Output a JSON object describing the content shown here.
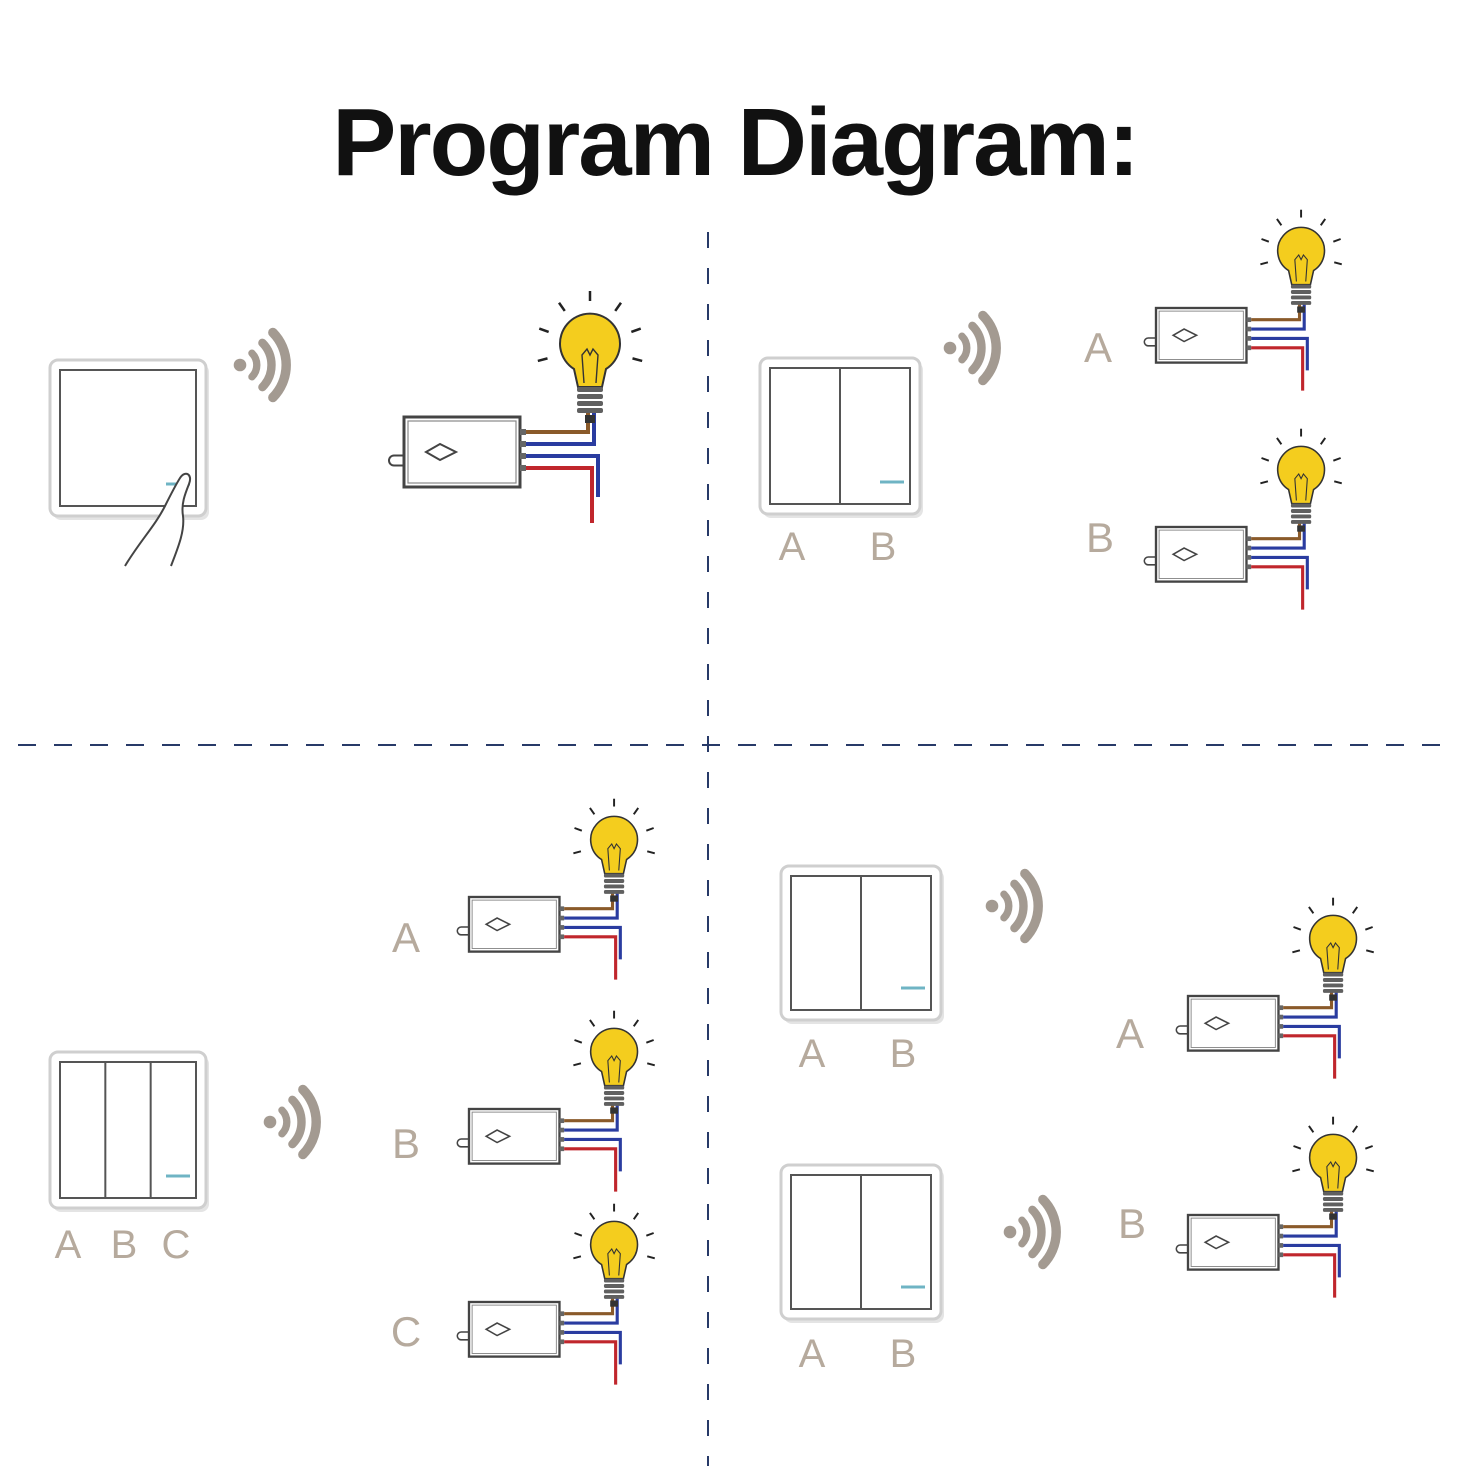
{
  "title": "Program Diagram:",
  "colors": {
    "text": "#111111",
    "label": "#b6aa9d",
    "divider": "#283a68",
    "outline": "#6a6a6a",
    "wave": "#a39a91",
    "led": "#6fb4c4",
    "bulb": "#f4cd1e",
    "bulb_base": "#606060",
    "wire_brown": "#8a5a2a",
    "wire_blue": "#2a3ca0",
    "wire_red": "#c0262c"
  },
  "icons": [
    "wireless-signal-icon",
    "light-bulb-icon",
    "receiver-module-icon",
    "wall-switch-icon",
    "hand-icon"
  ],
  "quadrants": {
    "one_gang": {
      "switch_labels": [],
      "receiver_labels": []
    },
    "two_gang": {
      "switch_labels": [
        "A",
        "B"
      ],
      "receiver_labels": [
        "A",
        "B"
      ]
    },
    "three_gang": {
      "switch_labels": [
        "A",
        "B",
        "C"
      ],
      "receiver_labels": [
        "A",
        "B",
        "C"
      ]
    },
    "two_switches": {
      "switch_1_labels": [
        "A",
        "B"
      ],
      "switch_2_labels": [
        "A",
        "B"
      ],
      "receiver_labels": [
        "A",
        "B"
      ]
    }
  }
}
